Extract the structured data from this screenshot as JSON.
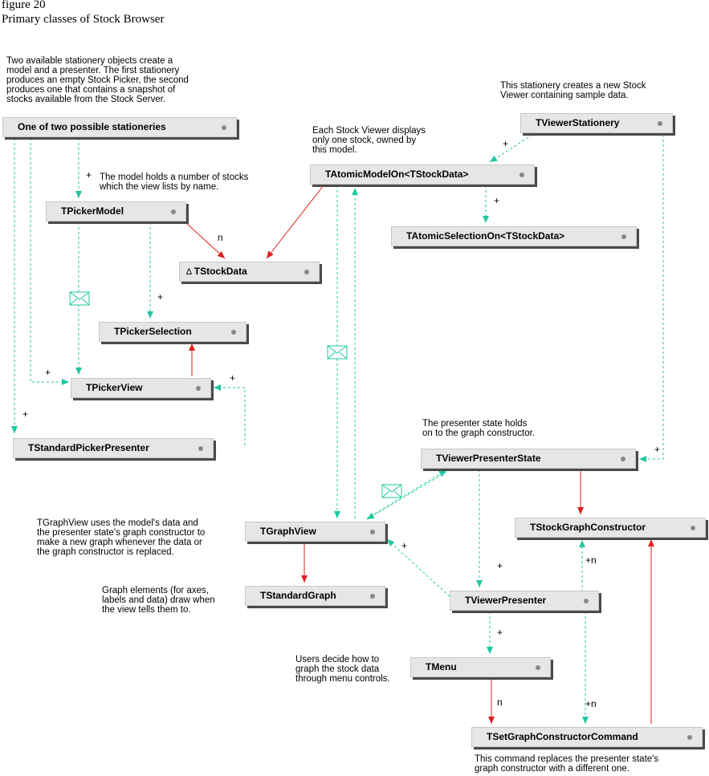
{
  "figure": {
    "number": "figure 20",
    "caption": "Primary classes of Stock Browser"
  },
  "colors": {
    "creates": "#e02020",
    "dashed": "#1ec8a0",
    "box_fill": "#e6e6e6",
    "box_shadow": "#4a4a4a"
  },
  "classes": {
    "stationeries": "One of two possible stationeries",
    "viewer_stationery": "TViewerStationery",
    "atomic_model": "TAtomicModelOn<TStockData>",
    "picker_model": "TPickerModel",
    "atomic_selection": "TAtomicSelectionOn<TStockData>",
    "stock_data": "TStockData",
    "picker_selection": "TPickerSelection",
    "picker_view": "TPickerView",
    "picker_presenter": "TStandardPickerPresenter",
    "viewer_presenter_state": "TViewerPresenterState",
    "graph_view": "TGraphView",
    "stock_graph_constructor": "TStockGraphConstructor",
    "standard_graph": "TStandardGraph",
    "viewer_presenter": "TViewerPresenter",
    "menu": "TMenu",
    "set_graph_cmd": "TSetGraphConstructorCommand"
  },
  "stock_data_marker": "∆",
  "notes": {
    "stationery_intro": [
      "Two available stationery objects create a",
      "model and a presenter. The first stationery",
      "produces an empty Stock Picker, the second",
      "produces one that contains a snapshot of",
      "stocks available from the Stock Server."
    ],
    "viewer_stationery": [
      "This stationery creates a new Stock",
      "Viewer containing sample data."
    ],
    "stock_viewer": [
      "Each Stock Viewer displays",
      "only one stock, owned by",
      "this model."
    ],
    "model_holds": [
      "The model holds a number of stocks",
      "which the view lists by name."
    ],
    "presenter_state": [
      "The presenter state holds",
      "on to the graph constructor."
    ],
    "graph_view": [
      "TGraphView uses the model's data and",
      "the presenter state's graph constructor to",
      "make a new graph whenever the data or",
      "the graph constructor is replaced."
    ],
    "graph_elements": [
      "Graph elements (for axes,",
      "labels and data) draw when",
      "the view tells them to."
    ],
    "users_decide": [
      "Users decide how to",
      "graph the stock data",
      "through menu controls."
    ],
    "command": [
      "This command replaces the presenter state's",
      "graph constructor with a different one."
    ]
  },
  "edge_labels": {
    "plus": "+",
    "n": "n",
    "plus_n": "+n"
  },
  "icons": [
    "envelope-icon",
    "arrowhead-icon",
    "dot-icon"
  ]
}
